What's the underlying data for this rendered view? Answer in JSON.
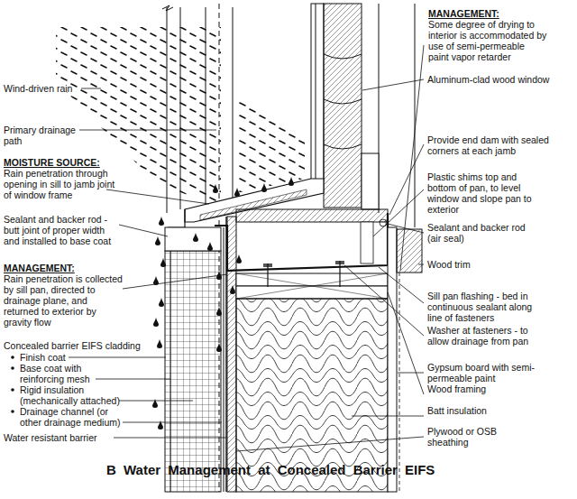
{
  "diagram": {
    "caption": "B Water Management at Concealed Barrier EIFS",
    "labels": [
      "Wind-driven rain",
      "Primary drainage path",
      "MOISTURE SOURCE:",
      "Rain penetration through opening in sill to jamb joint of window frame",
      "Sealant and backer rod - butt joint of proper width and installed to base coat",
      "MANAGEMENT:",
      "Rain penetration is collected by sill pan, directed to drainage plane, and returned to exterior by gravity flow",
      "Concealed barrier EIFS cladding",
      "Finish coat",
      "Base coat with reinforcing mesh",
      "Rigid insulation (mechanically attached)",
      "Drainage channel (or other drainage medium)",
      "Water resistant barrier",
      "MANAGEMENT:",
      "Some degree of drying to interior is accommodated by use of semi-permeable paint vapor retarder",
      "Aluminum-clad wood window",
      "Provide end dam with sealed corners at each jamb",
      "Plastic shims top and bottom of pan, to level window and slope pan to exterior",
      "Sealant and backer rod (air seal)",
      "Wood trim",
      "Sill pan flashing - bed in continuous sealant along line of fasteners",
      "Washer at fasteners - to allow drainage from pan",
      "Gypsum board with semi-permeable paint",
      "Wood framing",
      "Batt insulation",
      "Plywood or OSB sheathing"
    ]
  }
}
